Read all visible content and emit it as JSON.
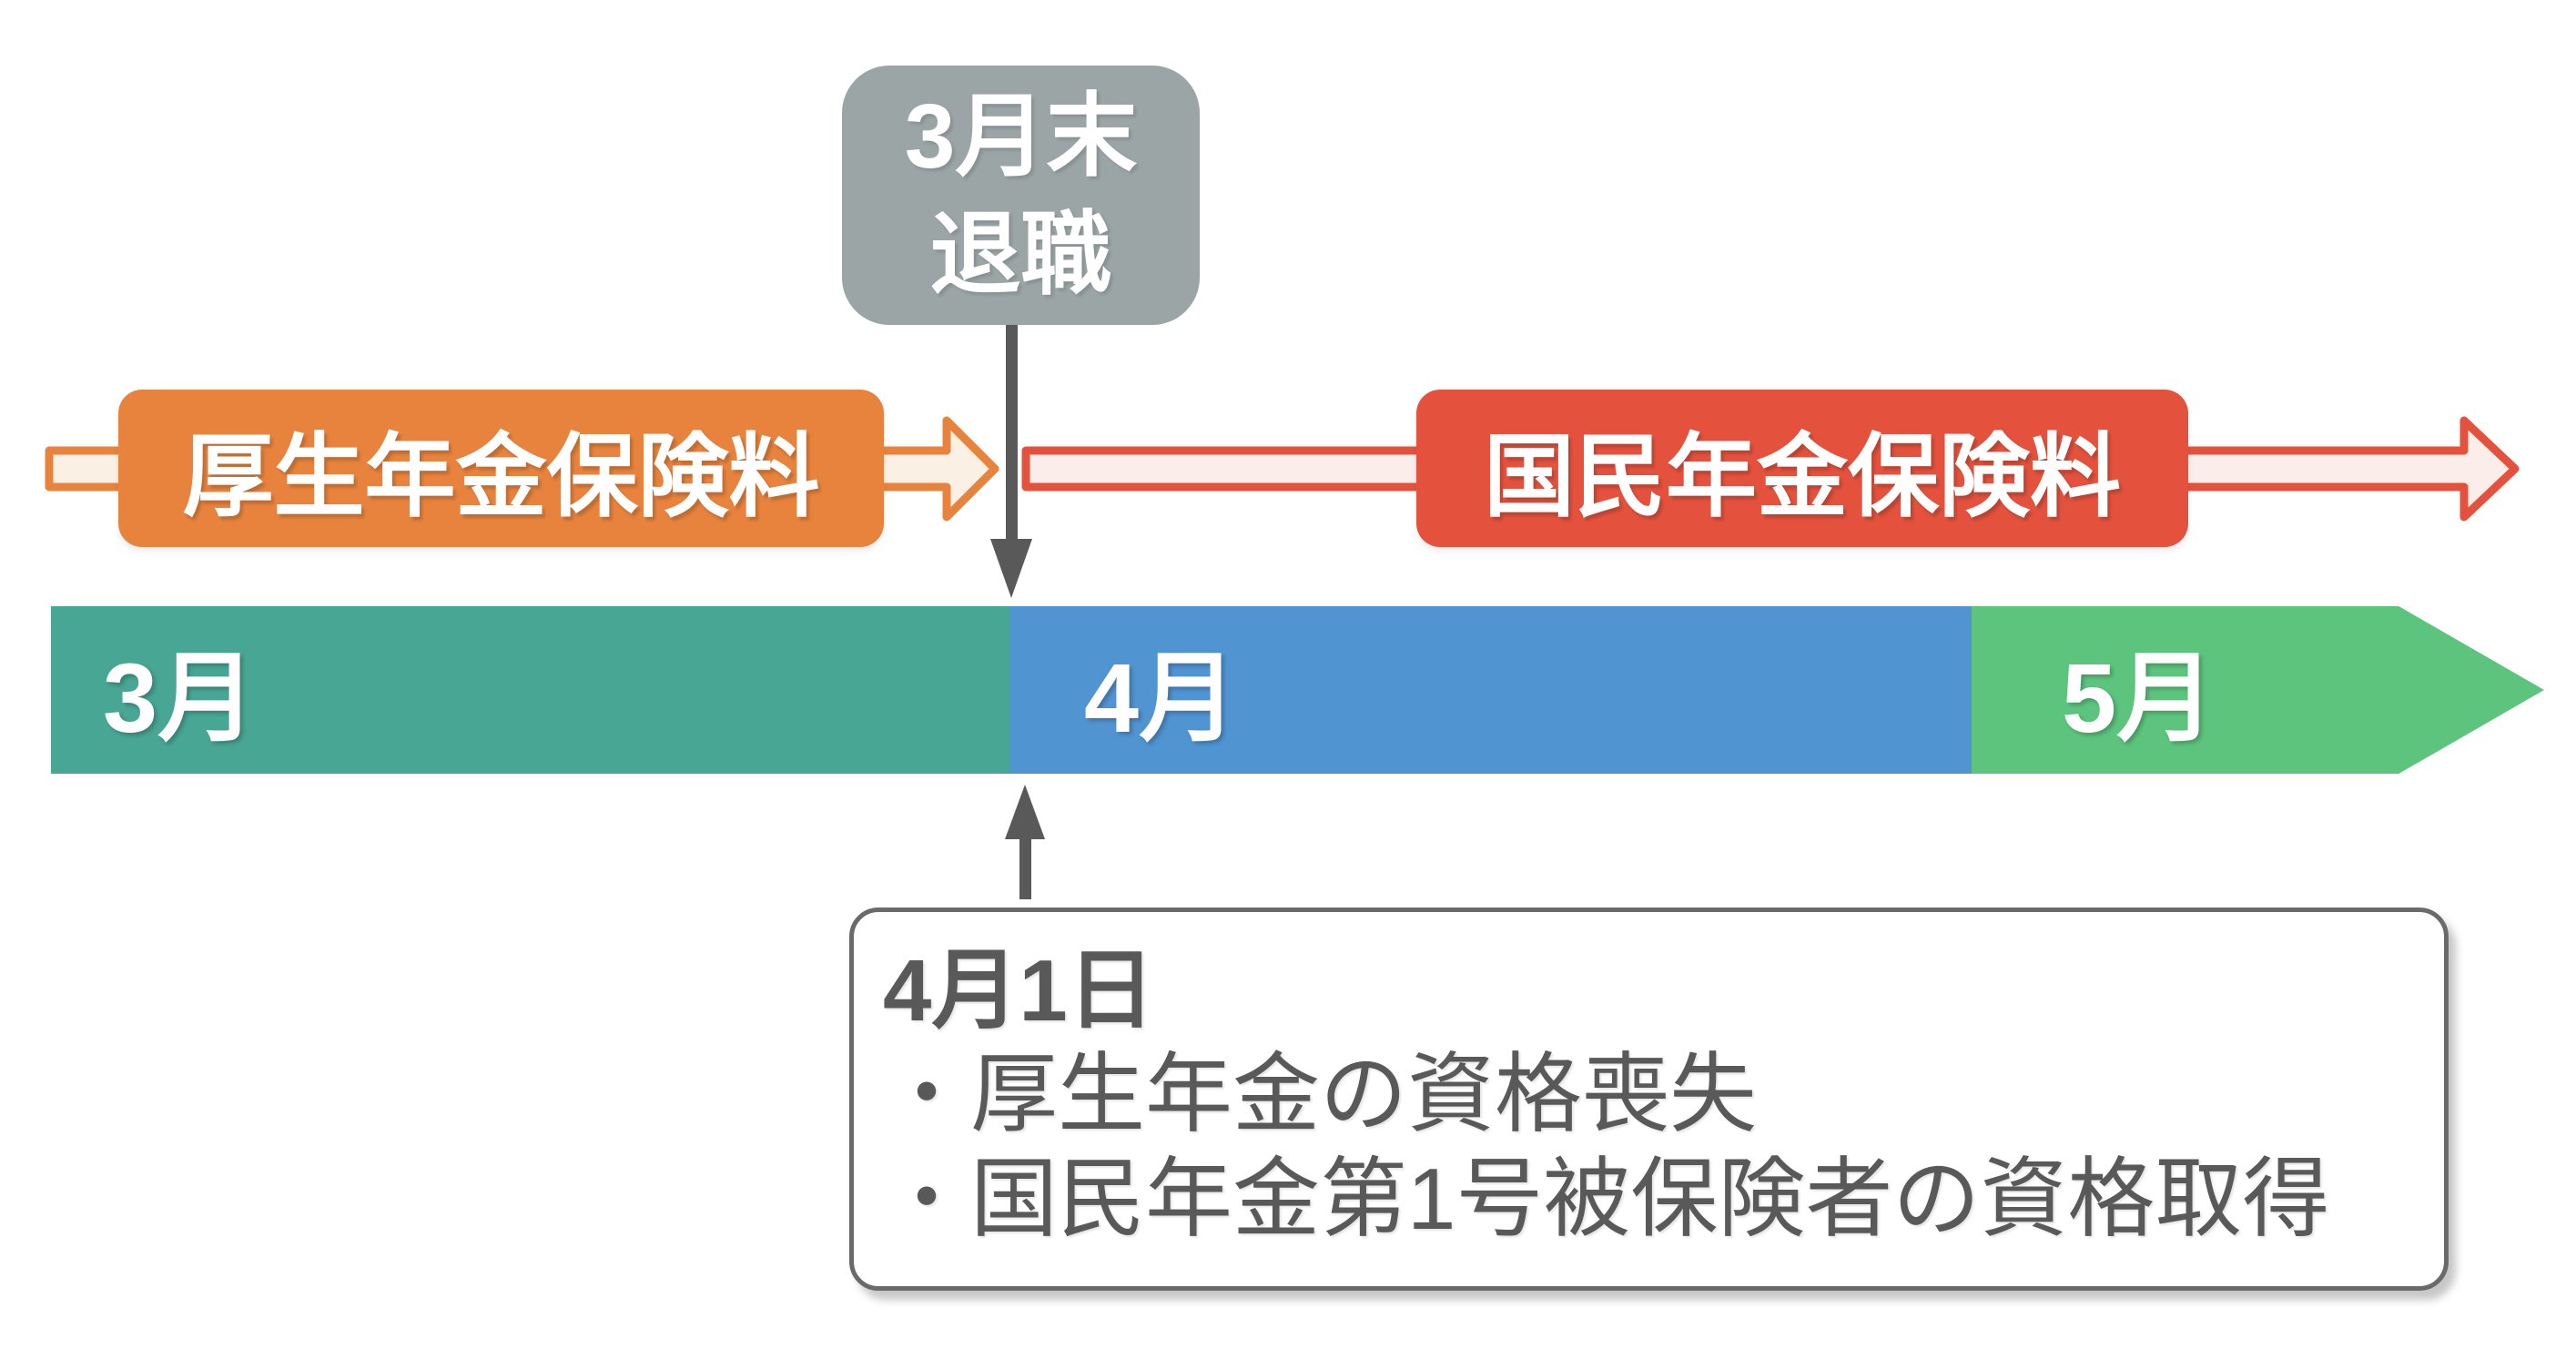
{
  "diagram": {
    "retirement_badge": {
      "line1": "3月末",
      "line2": "退職"
    },
    "ribbons": {
      "employee_pension": "厚生年金保険料",
      "national_pension": "国民年金保険料"
    },
    "timeline": {
      "segments": [
        {
          "label": "3月",
          "color": "#48A694"
        },
        {
          "label": "4月",
          "color": "#5094D2"
        },
        {
          "label": "5月",
          "color": "#5DC47E"
        }
      ]
    },
    "event_note": {
      "title": "4月1日",
      "items": [
        "・厚生年金の資格喪失",
        "・国民年金第1号被保険者の資格取得"
      ]
    },
    "colors": {
      "employee_pension_box": "#E8833D",
      "national_pension_box": "#E4523D",
      "retirement_badge": "#9BA5A6",
      "dark_arrow": "#595959",
      "ribbon_fill_light_orange": "#FAF0E4",
      "ribbon_fill_light_pink": "#FAEDEA",
      "march_teal": "#48A694",
      "april_blue": "#5094D2",
      "may_green": "#5DC47E",
      "note_border": "#6A6A6A",
      "note_text": "#595959"
    }
  }
}
